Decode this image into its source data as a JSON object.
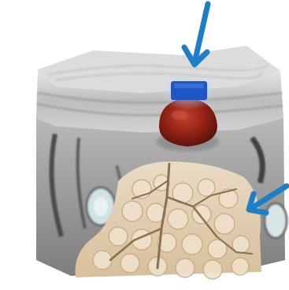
{
  "figure": {
    "kind": "skin-cross-section-illustration",
    "background_color": "#ffffff",
    "colors": {
      "arrow": "#1f7fc6",
      "probe_marker": "#1f56c3",
      "probe_marker_glow": "#bcd9f4",
      "lesion": "#8f2015",
      "lesion_highlight": "#c2402c",
      "epidermis": "#cfcfcf",
      "dermis": "#a9a9a9",
      "fat_tissue": "#e2cbad",
      "vessel": "#8b6f52"
    },
    "annotations": [
      {
        "name": "arrow-pointing-to-probe",
        "icon": "arrow-icon"
      },
      {
        "name": "arrow-pointing-to-fat-layer",
        "icon": "arrow-icon"
      }
    ]
  }
}
